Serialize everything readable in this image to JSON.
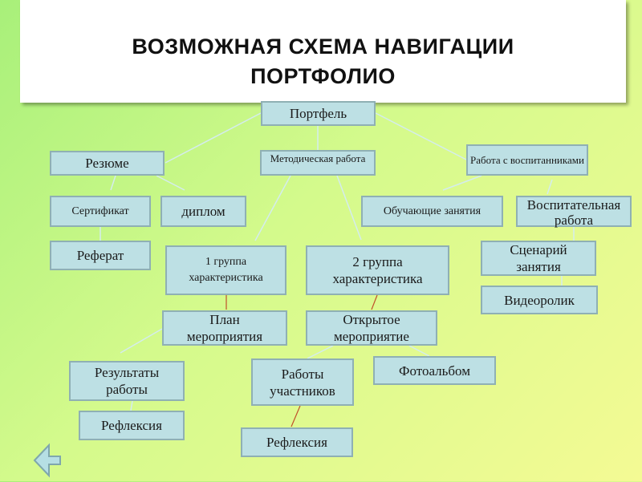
{
  "title_line1": "ВОЗМОЖНАЯ СХЕМА НАВИГАЦИИ",
  "title_line2": "ПОРТФОЛИО",
  "nodes": {
    "portfolio": "Портфель",
    "resume": "Резюме",
    "method": "Методическая работа",
    "pupils": "Работа с воспитанниками",
    "certificate": "Сертификат",
    "diploma": "диплом",
    "lessons": "Обучающие занятия",
    "educational": "Воспитательная работа",
    "essay": "Реферат",
    "group1": "1 группа характеристика",
    "group2": "2 группа характеристика",
    "scenario": "Сценарий занятия",
    "video": "Видеоролик",
    "plan": "План мероприятия",
    "open_event": "Открытое мероприятие",
    "results": "Результаты работы",
    "participants": "Работы участников",
    "photoalbum": "Фотоальбом",
    "reflection1": "Рефлексия",
    "reflection2": "Рефлексия"
  },
  "colors": {
    "node_fill": "#bde0e4",
    "node_border": "#8fb0b4",
    "link": "#cfe6ea",
    "link_accent": "#c0502a"
  }
}
